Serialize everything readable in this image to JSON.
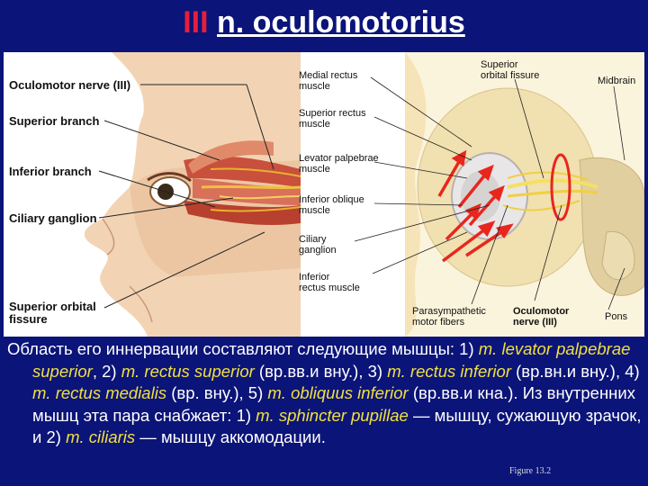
{
  "slide": {
    "title_roman": "III",
    "title_name": "n. oculomotorius"
  },
  "left_labels": {
    "oculomotor_nerve": "Oculomotor nerve (III)",
    "superior_branch": "Superior branch",
    "inferior_branch": "Inferior branch",
    "ciliary_ganglion": "Ciliary ganglion",
    "superior_orbital_fissure": "Superior orbital fissure"
  },
  "right_labels": {
    "medial_rectus": "Medial rectus\nmuscle",
    "superior_rectus": "Superior rectus\nmuscle",
    "levator": "Levator palpebrae\nmuscle",
    "inferior_oblique": "Inferior oblique\nmuscle",
    "ciliary_ganglion": "Ciliary\nganglion",
    "inferior_rectus": "Inferior\nrectus muscle",
    "superior_orbital_fissure": "Superior\norbital fissure",
    "midbrain": "Midbrain",
    "parasympathetic": "Parasympathetic\nmotor fibers",
    "oculomotor_nerve": "Oculomotor\nnerve (III)",
    "pons": "Pons"
  },
  "caption": {
    "p1": "Область его иннервации составляют следующие мышцы: 1) ",
    "t1": "m. levator palpebrae superior",
    "p2": ", 2) ",
    "t2": "m. rectus superior",
    "p3": " (вр.вв.и вну.), 3) ",
    "t3": "m. rectus inferior",
    "p4": " (вр.вн.и вну.), 4) ",
    "t4": "m. rectus medialis",
    "p5": " (вр. вну.), 5) ",
    "t5": "m. obliquus inferior",
    "p6": " (вр.вв.и кна.). Из внутренних мышц эта пара снабжает: 1) ",
    "t6": "m. sphincter pupillae",
    "p7": " — мышцу, сужающую зрачок, и 2) ",
    "t7": "m. ciliaris",
    "p8": " — мышцу аккомодации."
  },
  "credit": "Figure 13.2",
  "colors": {
    "background": "#0b1478",
    "title_accent": "#e61e3c",
    "italic_terms": "#f0e040",
    "arrow": "#e8261e"
  }
}
